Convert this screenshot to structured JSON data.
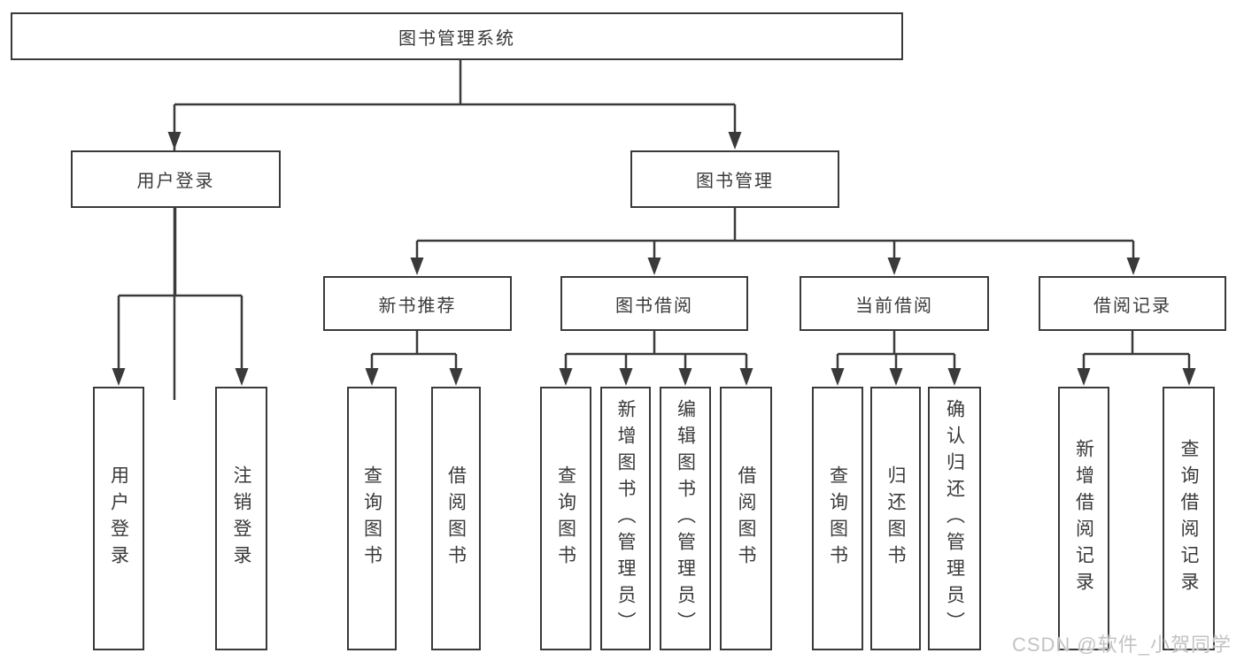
{
  "diagram_title": "图书管理系统",
  "colors": {
    "line": "#3a3a3a",
    "box_fill": "#ffffff",
    "text": "#3a3a3a",
    "watermark": "#c3c3c3"
  },
  "watermark": {
    "text": "CSDN @软件_小贺同学"
  },
  "tree": {
    "root": "图书管理系统",
    "branches": [
      {
        "label": "用户登录",
        "children": [
          "用户登录",
          "注销登录"
        ]
      },
      {
        "label": "图书管理",
        "sections": [
          {
            "label": "新书推荐",
            "children": [
              "查询图书",
              "借阅图书"
            ]
          },
          {
            "label": "图书借阅",
            "children": [
              "查询图书",
              "新增图书（管理员）",
              "编辑图书（管理员）",
              "借阅图书"
            ]
          },
          {
            "label": "当前借阅",
            "children": [
              "查询图书",
              "归还图书",
              "确认归还（管理员）"
            ]
          },
          {
            "label": "借阅记录",
            "children": [
              "新增借阅记录",
              "查询借阅记录"
            ]
          }
        ]
      }
    ]
  }
}
